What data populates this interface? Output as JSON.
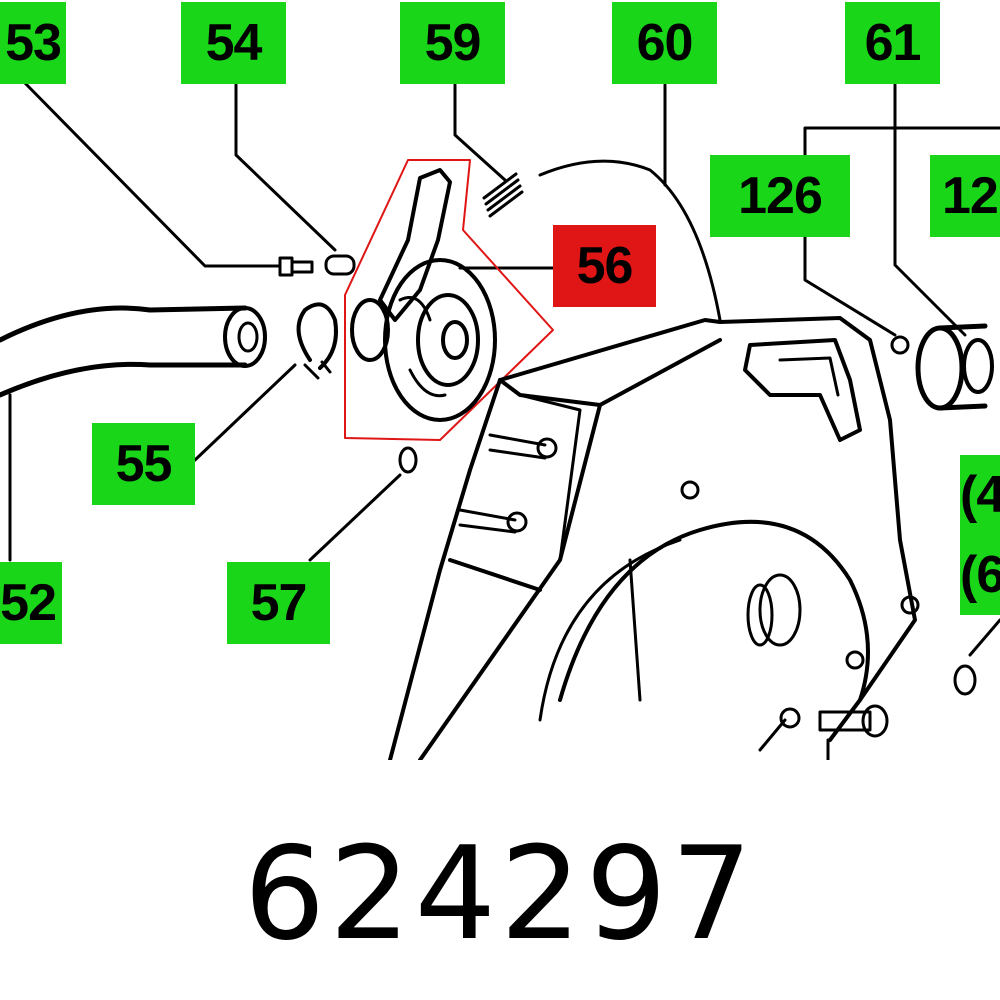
{
  "diagram": {
    "callouts": {
      "c53": "53",
      "c54": "54",
      "c59": "59",
      "c60": "60",
      "c61": "61",
      "c126": "126",
      "c12x": "12",
      "c56": "56",
      "c55": "55",
      "c52": "52",
      "c57": "57",
      "c4x": "(4",
      "c6x": "(6"
    },
    "highlight_color": "#e01515",
    "callout_color": "#19d619"
  },
  "part_number": "624297"
}
